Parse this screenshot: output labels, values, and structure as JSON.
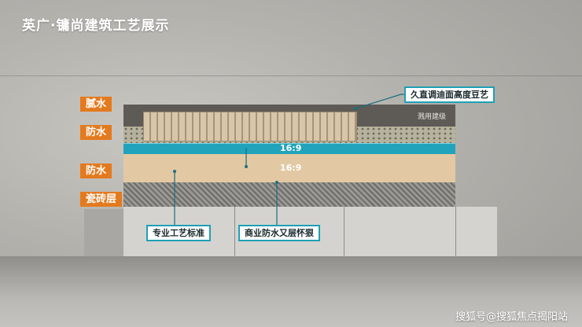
{
  "title": "英广·镛尚建筑工艺展示",
  "side_labels": {
    "putty": "腻水",
    "waterproof_1": "防水",
    "waterproof_2": "防水",
    "tile_layer": "瓷砖层"
  },
  "callouts": {
    "top_right": "久直调迪面高度豆艺",
    "standard": "专业工艺标准",
    "commercial": "商业防水又层怀狠"
  },
  "layer_texts": {
    "trim": "溅用建级",
    "ratio_1": "16:9",
    "ratio_2": "16:9"
  },
  "watermark": "搜狐号@搜狐焦点揭阳站",
  "colors": {
    "accent_orange": "#e47a1e",
    "accent_teal": "#1ea0b6"
  }
}
